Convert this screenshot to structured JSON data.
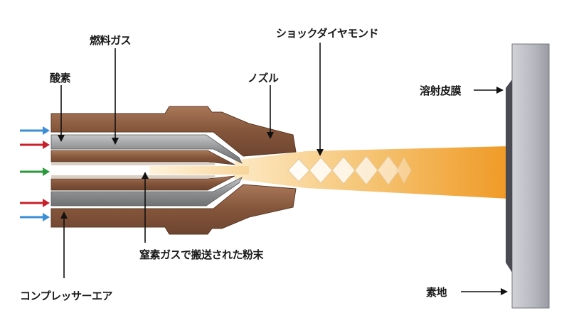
{
  "labels": {
    "oxygen": "酸素",
    "fuel_gas": "燃料ガス",
    "nozzle": "ノズル",
    "shock_diamond": "ショックダイヤモンド",
    "sprayed_coating": "溶射皮膜",
    "powder_in_nitrogen": "窒素ガスで搬送された粉末",
    "compressed_air": "コンプレッサーエア",
    "substrate": "素地"
  },
  "colors": {
    "nozzle_brown": "#8a5a3c",
    "fuel_gray": "#8a8c8e",
    "flame_orange": "#f0a030",
    "inlet_blue": "#3a8fd6",
    "inlet_red": "#c8202a",
    "inlet_green": "#2a9a3a",
    "substrate_gray": "#b8b8c0"
  },
  "icons": {
    "inlet_arrows": [
      "blue-arrow-icon",
      "red-arrow-icon",
      "green-arrow-icon",
      "red-arrow-icon",
      "blue-arrow-icon"
    ]
  }
}
